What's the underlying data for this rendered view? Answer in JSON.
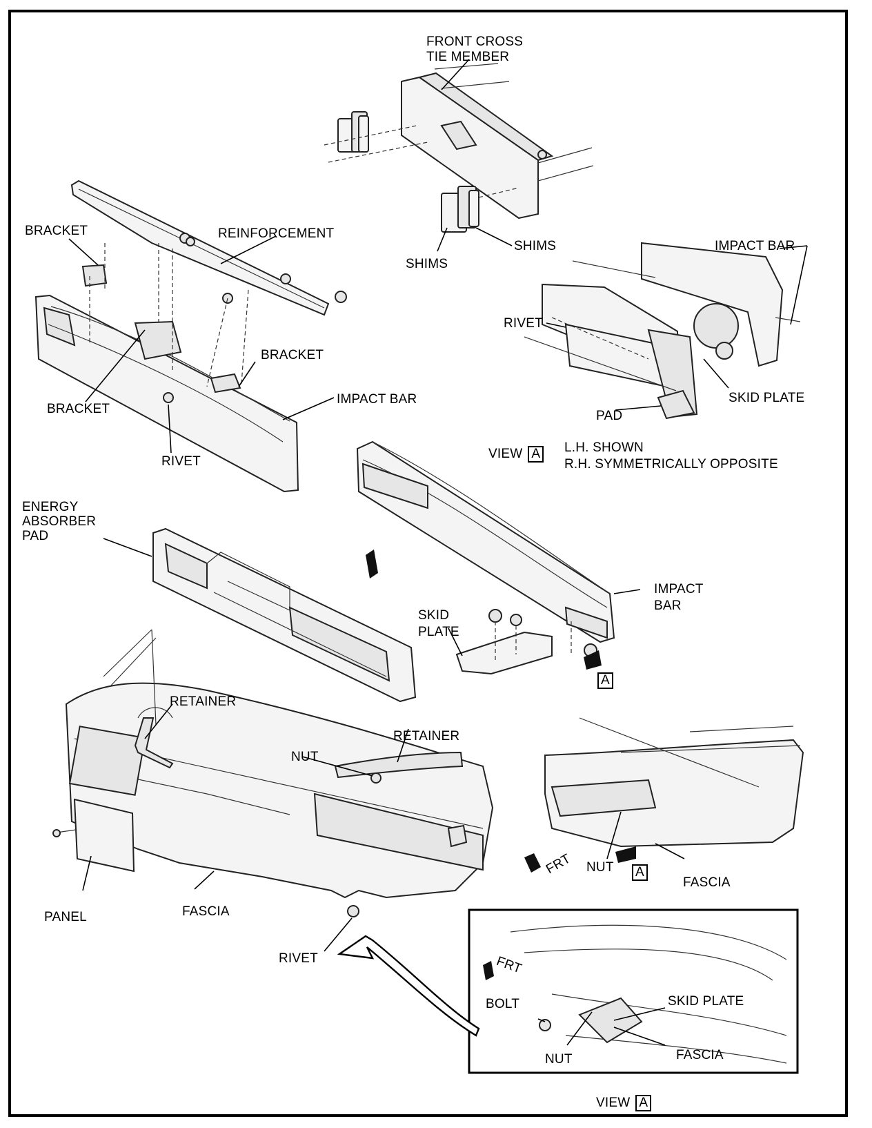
{
  "labels": {
    "front_cross_tie_member": "FRONT CROSS\nTIE MEMBER",
    "shims_left": "SHIMS",
    "shims_right": "SHIMS",
    "impact_bar_top_right": "IMPACT BAR",
    "bracket_top": "BRACKET",
    "reinforcement": "REINFORCEMENT",
    "rivet_view_a_top": "RIVET",
    "bracket_mid": "BRACKET",
    "bracket_left": "BRACKET",
    "impact_bar_left": "IMPACT BAR",
    "rivet_left": "RIVET",
    "skid_plate_top_right": "SKID PLATE",
    "pad": "PAD",
    "view_a_top_prefix": "VIEW",
    "view_a_top_box": "A",
    "lh_shown": "L.H. SHOWN",
    "rh_opposite": "R.H. SYMMETRICALLY OPPOSITE",
    "energy_absorber_pad": "ENERGY\nABSORBER\nPAD",
    "impact_bar_center": "IMPACT\nBAR",
    "skid_plate_center": "SKID\nPLATE",
    "arrow_a_center": "A",
    "retainer_left": "RETAINER",
    "retainer_right": "RETAINER",
    "nut_center": "NUT",
    "panel": "PANEL",
    "fascia_left": "FASCIA",
    "rivet_bottom": "RIVET",
    "frt_right": "FRT",
    "nut_right": "NUT",
    "arrow_a_right": "A",
    "fascia_right": "FASCIA",
    "frt_inset": "FRT",
    "bolt": "BOLT",
    "skid_plate_inset": "SKID PLATE",
    "nut_inset": "NUT",
    "fascia_inset": "FASCIA",
    "view_a_bottom_prefix": "VIEW",
    "view_a_bottom_box": "A"
  }
}
